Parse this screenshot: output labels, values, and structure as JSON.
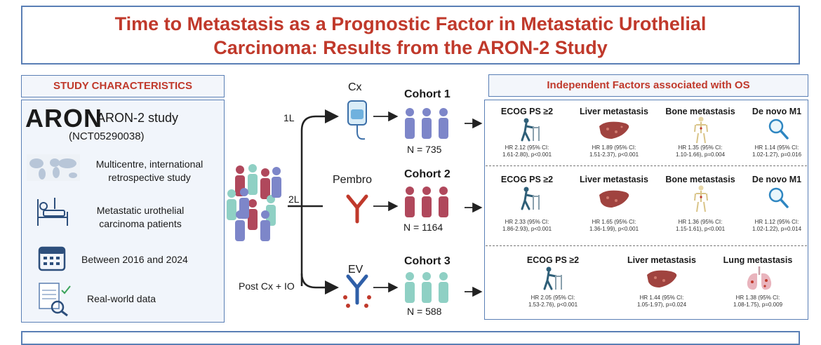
{
  "title": {
    "line1": "Time to Metastasis as a Prognostic Factor in Metastatic Urothelial",
    "line2": "Carcinoma: Results from the ARON-2 Study"
  },
  "left": {
    "header": "STUDY CHARACTERISTICS",
    "logo_text": "ARON",
    "study_name": "ARON-2 study",
    "nct": "(NCT05290038)",
    "items": [
      {
        "icon": "world-map-icon",
        "line1": "Multicentre, international",
        "line2": "retrospective study"
      },
      {
        "icon": "patient-bed-icon",
        "line1": "Metastatic urothelial",
        "line2": "carcinoma patients"
      },
      {
        "icon": "calendar-icon",
        "line1": "Between 2016 and 2024",
        "line2": ""
      },
      {
        "icon": "data-search-icon",
        "line1": "Real-world data",
        "line2": ""
      }
    ]
  },
  "flow": {
    "lines": [
      "1L",
      "2L",
      "Post Cx + IO"
    ],
    "treatments": [
      "Cx",
      "Pembro",
      "EV"
    ],
    "cohorts": [
      {
        "name": "Cohort 1",
        "n": "N = 735"
      },
      {
        "name": "Cohort 2",
        "n": "N = 1164"
      },
      {
        "name": "Cohort 3",
        "n": "N = 588"
      }
    ],
    "colors": {
      "cohort1": "#7d86c9",
      "cohort2": "#b0485c",
      "cohort3": "#8fd0c4",
      "arrow": "#222222"
    }
  },
  "right": {
    "header": "Independent Factors associated with OS",
    "groups": [
      {
        "factors": [
          {
            "name": "ECOG PS ≥2",
            "icon": "walker-icon",
            "hr1": "HR 2.12 (95% CI:",
            "hr2": "1.61-2.80), p<0.001"
          },
          {
            "name": "Liver metastasis",
            "icon": "liver-icon",
            "hr1": "HR 1.89 (95% CI:",
            "hr2": "1.51-2.37), p<0.001"
          },
          {
            "name": "Bone metastasis",
            "icon": "skeleton-icon",
            "hr1": "HR 1.35 (95% CI:",
            "hr2": "1.10-1.66), p=0.004"
          },
          {
            "name": "De novo M1",
            "icon": "magnifier-icon",
            "hr1": "HR 1.14 (95% CI:",
            "hr2": "1.02-1.27), p=0.016"
          }
        ]
      },
      {
        "factors": [
          {
            "name": "ECOG PS ≥2",
            "icon": "walker-icon",
            "hr1": "HR 2.33 (95% CI:",
            "hr2": "1.86-2.93), p<0.001"
          },
          {
            "name": "Liver metastasis",
            "icon": "liver-icon",
            "hr1": "HR 1.65 (95% CI:",
            "hr2": "1.36-1.99), p<0.001"
          },
          {
            "name": "Bone metastasis",
            "icon": "skeleton-icon",
            "hr1": "HR 1.36 (95% CI:",
            "hr2": "1.15-1.61), p<0.001"
          },
          {
            "name": "De novo M1",
            "icon": "magnifier-icon",
            "hr1": "HR 1.12 (95% CI:",
            "hr2": "1.02-1.22), p=0.014"
          }
        ]
      },
      {
        "factors": [
          {
            "name": "ECOG PS ≥2",
            "icon": "walker-icon",
            "hr1": "HR 2.05 (95% CI:",
            "hr2": "1.53-2.76), p<0.001"
          },
          {
            "name": "Liver metastasis",
            "icon": "liver-icon",
            "hr1": "HR 1.44 (95% CI:",
            "hr2": "1.05-1.97), p=0.024"
          },
          {
            "name": "Lung metastasis",
            "icon": "lungs-icon",
            "hr1": "HR 1.38 (95% CI:",
            "hr2": "1.08-1.75), p=0.009"
          }
        ]
      }
    ]
  },
  "bottom": {
    "partial_text": ""
  }
}
